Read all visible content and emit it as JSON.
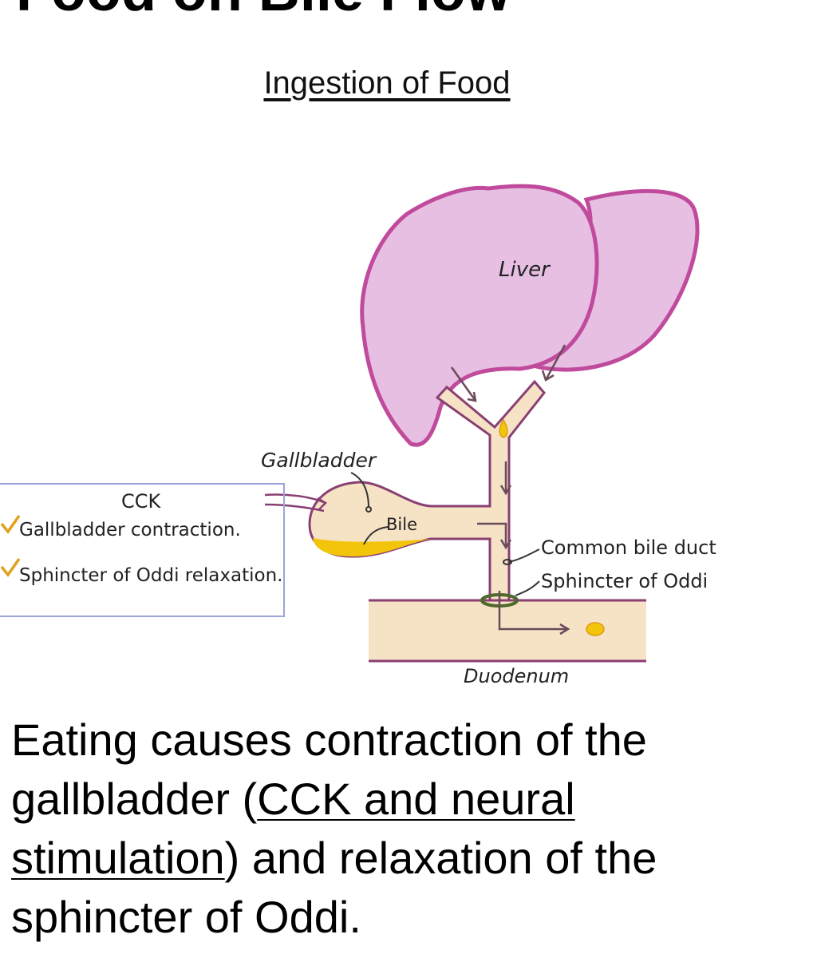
{
  "slide": {
    "top_title": "Food on Bile Flow",
    "subtitle": "Ingestion of Food"
  },
  "diagram": {
    "labels": {
      "liver": "Liver",
      "gallbladder": "Gallbladder",
      "bile": "Bile",
      "common_bile_duct": "Common bile duct",
      "sphincter_of_oddi": "Sphincter of Oddi",
      "duodenum": "Duodenum"
    },
    "box": {
      "heading": "CCK",
      "items": [
        "Gallbladder contraction.",
        "Sphincter of Oddi relaxation."
      ]
    },
    "colors": {
      "liver_fill": "#e6bfe2",
      "liver_stroke": "#c04a9c",
      "duct_fill": "#f6e3c6",
      "duct_stroke": "#8a3f73",
      "bile": "#f2c40a",
      "check": "#e0a21c",
      "box_border": "#9aa4d8",
      "sphincter_ring": "#4e6a2a"
    }
  },
  "body": {
    "part1": "Eating causes contraction of the gallbladder (",
    "link": "CCK and neural stimulation",
    "part2": ") and relaxation of the sphincter of Oddi."
  }
}
